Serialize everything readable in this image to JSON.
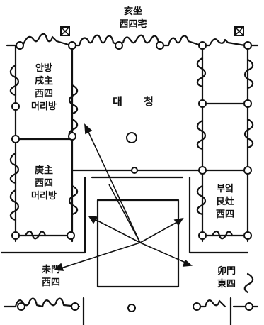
{
  "title": {
    "line1": "亥坐",
    "line2": "西四宅"
  },
  "rooms": {
    "anbang": {
      "line1": "안방",
      "line2": "戌主",
      "line3": "西四",
      "line4": "머리방"
    },
    "daecheong": {
      "char1": "대",
      "char2": "청"
    },
    "sarang": {
      "line1": "庚主",
      "line2": "西四",
      "line3": "머리방"
    },
    "bueok": {
      "line1": "부엌",
      "line2": "艮灶",
      "line3": "西四"
    }
  },
  "gates": {
    "mimun": {
      "line1": "未門",
      "line2": "西四"
    },
    "myomun": {
      "line1": "卯門",
      "line2": "東四"
    }
  },
  "corner_markers": {
    "left": "⊠",
    "right": "⊠"
  },
  "colors": {
    "ink": "#111111",
    "paper": "#ffffff"
  }
}
